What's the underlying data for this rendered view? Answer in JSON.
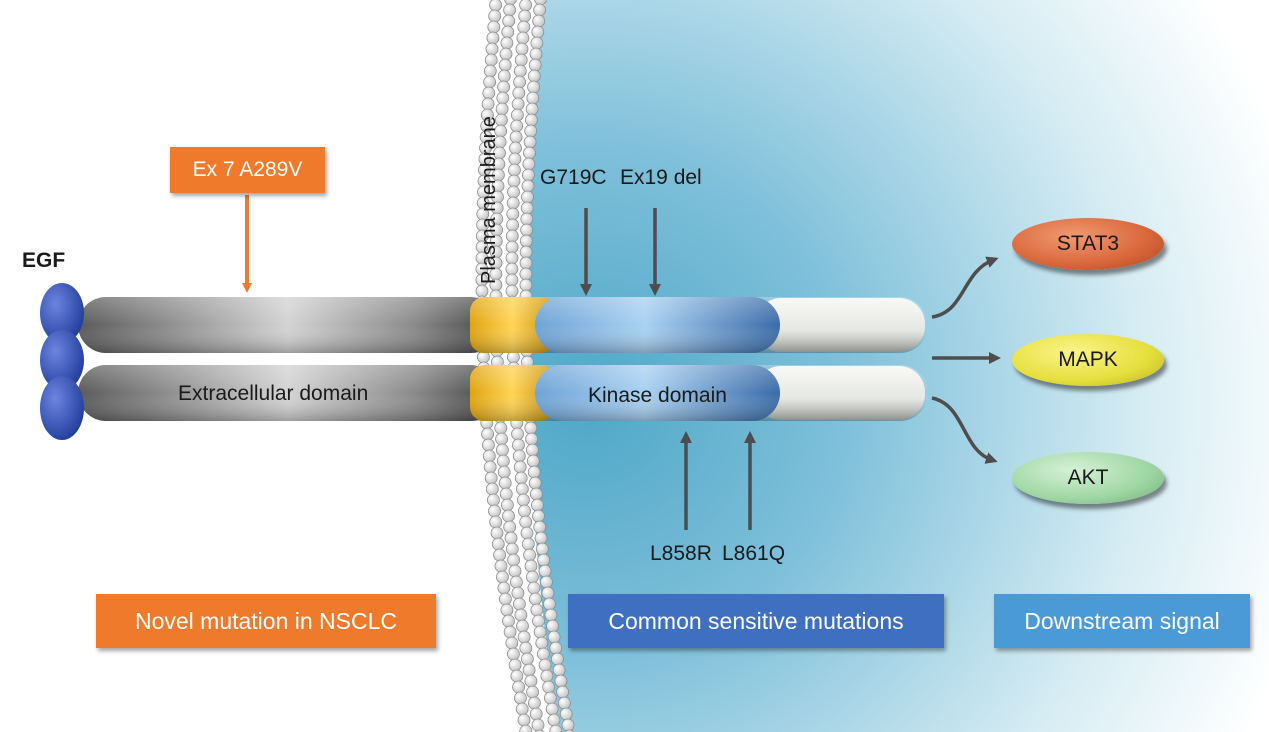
{
  "labels": {
    "egf": "EGF",
    "plasma_membrane": "Plasma membrane",
    "extracellular_domain": "Extracellular domain",
    "kinase_domain": "Kinase domain"
  },
  "mutations": {
    "novel": "Ex 7 A289V",
    "top": [
      "G719C",
      "Ex19 del"
    ],
    "bottom": [
      "L858R",
      "L861Q"
    ]
  },
  "signals": [
    "STAT3",
    "MAPK",
    "AKT"
  ],
  "legend": {
    "novel": "Novel mutation in NSCLC",
    "common": "Common sensitive mutations",
    "downstream": "Downstream signal"
  },
  "colors": {
    "orange": "#f07a2c",
    "membrane_yellow": "#f2b417",
    "kinase_blue": "#5a9bd0",
    "cell_blue": "#6db8d4",
    "stat3": "#d9653a",
    "mapk": "#e5df3c",
    "akt": "#9ed6a3",
    "common_box": "#3f6fc0",
    "downstream_box": "#4a9ad8"
  }
}
